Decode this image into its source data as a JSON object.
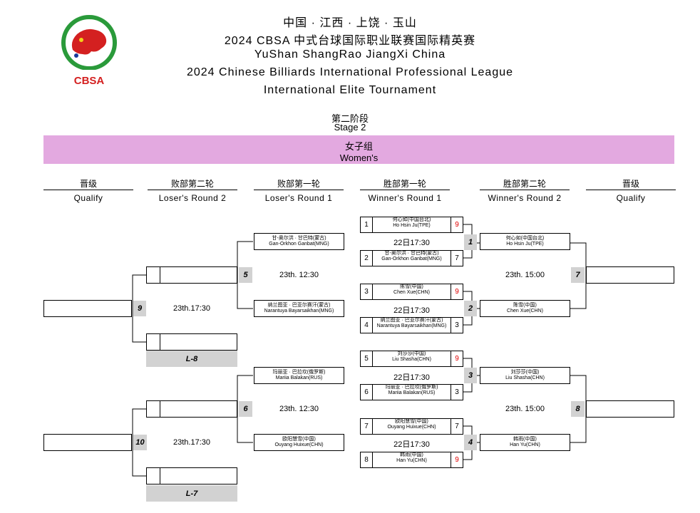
{
  "header": {
    "logo_text": "CBSA",
    "line1": "中国 · 江西 · 上饶 · 玉山",
    "line2": "2024  CBSA  中式台球国际职业联赛国际精英赛",
    "line3": "YuShan  ShangRao  JiangXi  China",
    "line4": "2024  Chinese  Billiards  International  Professional  League",
    "line5": "International  Elite  Tournament"
  },
  "stage": {
    "zh": "第二阶段",
    "en": "Stage  2"
  },
  "group": {
    "zh": "女子组",
    "en": "Women's"
  },
  "columns": [
    {
      "zh": "晋级",
      "en": "Qualify"
    },
    {
      "zh": "败部第二轮",
      "en": "Loser's  Round  2"
    },
    {
      "zh": "败部第一轮",
      "en": "Loser's  Round  1"
    },
    {
      "zh": "胜部第一轮",
      "en": "Winner's  Round  1"
    },
    {
      "zh": "胜部第二轮",
      "en": "Winner's  Round  2"
    },
    {
      "zh": "晋级",
      "en": "Qualify"
    }
  ],
  "winners_round1": [
    {
      "time": "22日17:30",
      "players": [
        {
          "seat": "1",
          "zh": "何心如(中国台北)",
          "en": "Ho  Hsin  Ju(TPE)",
          "score": "9",
          "win": true
        },
        {
          "seat": "2",
          "zh": "甘-奥尔洪 · 甘巴特(蒙古)",
          "en": "Gan-Orkhon  Ganbat(MNG)",
          "score": "7",
          "win": false
        }
      ]
    },
    {
      "time": "22日17:30",
      "players": [
        {
          "seat": "3",
          "zh": "陈雪(中国)",
          "en": "Chen  Xue(CHN)",
          "score": "9",
          "win": true
        },
        {
          "seat": "4",
          "zh": "纳兰图亚 · 巴亚尔赛汗(蒙古)",
          "en": "Narantuya  Bayarsaikhan(MNG)",
          "score": "3",
          "win": false
        }
      ]
    },
    {
      "time": "22日17:30",
      "players": [
        {
          "seat": "5",
          "zh": "刘莎莎(中国)",
          "en": "Liu  Shasha(CHN)",
          "score": "9",
          "win": true
        },
        {
          "seat": "6",
          "zh": "玛丽亚 · 巴拉坎(俄罗斯)",
          "en": "Mariia  Balakan(RUS)",
          "score": "3",
          "win": false
        }
      ]
    },
    {
      "time": "22日17:30",
      "players": [
        {
          "seat": "7",
          "zh": "欧阳慧雪(中国)",
          "en": "Ouyang  Huixue(CHN)",
          "score": "7",
          "win": false
        },
        {
          "seat": "8",
          "zh": "韩雨(中国)",
          "en": "Han  Yu(CHN)",
          "score": "9",
          "win": true
        }
      ]
    }
  ],
  "match_numbers": {
    "m1": "1",
    "m2": "2",
    "m3": "3",
    "m4": "4",
    "m5": "5",
    "m6": "6",
    "m7": "7",
    "m8": "8",
    "m9": "9",
    "m10": "10"
  },
  "winners_round2": {
    "p1": {
      "zh": "何心如(中国台北)",
      "en": "Ho  Hsin  Ju(TPE)"
    },
    "p2": {
      "zh": "陈雪(中国)",
      "en": "Chen  Xue(CHN)"
    },
    "p3": {
      "zh": "刘莎莎(中国)",
      "en": "Liu  Shasha(CHN)"
    },
    "p4": {
      "zh": "韩雨(中国)",
      "en": "Han  Yu(CHN)"
    },
    "time_top": "23th.  15:00",
    "time_bottom": "23th.  15:00"
  },
  "losers_round1": {
    "p1": {
      "zh": "甘-奥尔洪 · 甘巴特(蒙古)",
      "en": "Gan-Orkhon  Ganbat(MNG)"
    },
    "p2": {
      "zh": "纳兰图亚 · 巴亚尔赛汗(蒙古)",
      "en": "Narantuya  Bayarsaikhan(MNG)"
    },
    "p3": {
      "zh": "玛丽亚 · 巴拉坎(俄罗斯)",
      "en": "Mariia  Balakan(RUS)"
    },
    "p4": {
      "zh": "欧阳慧雪(中国)",
      "en": "Ouyang  Huixue(CHN)"
    },
    "time_top": "23th.  12:30",
    "time_bottom": "23th.  12:30"
  },
  "losers_round2": {
    "time_top": "23th.17:30",
    "time_bottom": "23th.17:30",
    "label_top": "L-8",
    "label_bottom": "L-7"
  }
}
